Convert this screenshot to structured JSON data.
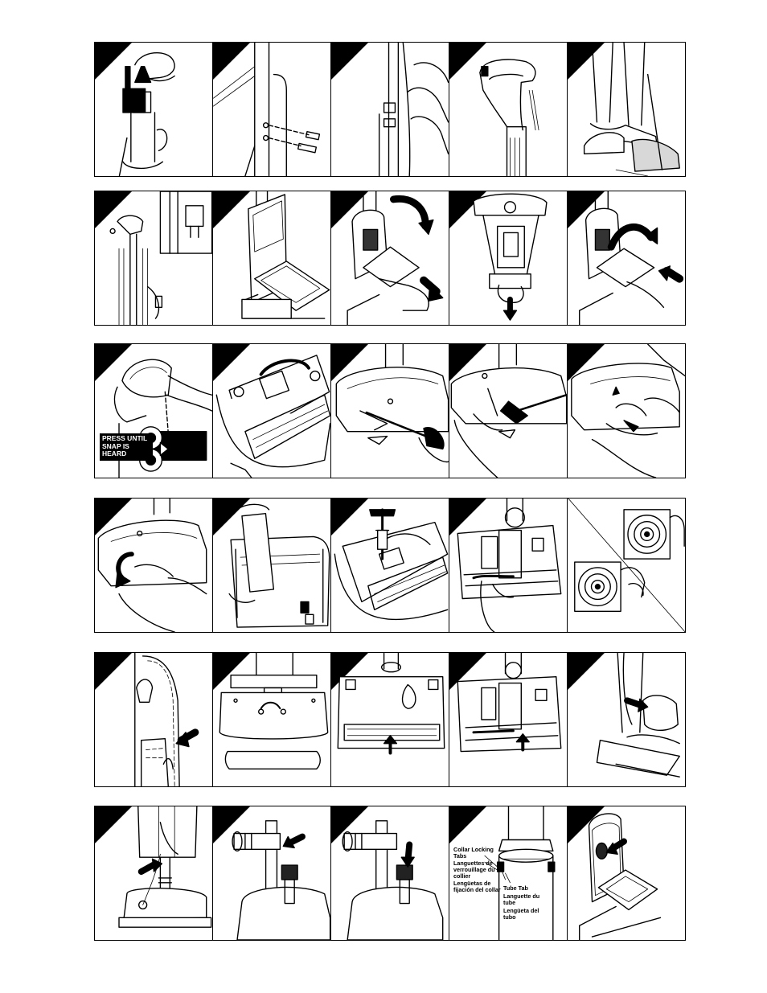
{
  "rows": [
    {
      "id": "row-1",
      "panels": [
        "lift-handle",
        "handle-screws",
        "attach-handle",
        "handle-top",
        "foot-tilt"
      ]
    },
    {
      "id": "row-2",
      "panels": [
        "cord-wrap",
        "bag-housing",
        "bag-lever-open",
        "bag-slide-out",
        "bag-lever-close"
      ]
    },
    {
      "id": "row-3",
      "panels": [
        "press-snap",
        "underside-brush",
        "screwdriver-front",
        "screwdriver-side",
        "hood-release"
      ]
    },
    {
      "id": "row-4",
      "panels": [
        "hood-remove",
        "belt-card",
        "screw-removal",
        "belt-motor",
        "brush-end-caps"
      ]
    },
    {
      "id": "row-5",
      "panels": [
        "handle-groove",
        "base-top-view",
        "belt-install",
        "belt-route",
        "hose-clip"
      ]
    },
    {
      "id": "row-6",
      "panels": [
        "tube-insert",
        "tube-collar",
        "tube-lock",
        "collar-tabs",
        "bag-clip"
      ]
    }
  ],
  "callouts": {
    "press_snap": "PRESS UNTIL SNAP IS HEARD",
    "collar_tabs": {
      "en": "Collar Locking Tabs",
      "fr": "Languettes de verrouillage du collier",
      "es": "Lengüetas de fijación del collar"
    },
    "tube_tab": {
      "en": "Tube Tab",
      "fr": "Languette du tube",
      "es": "Lengüeta del tubo"
    }
  }
}
